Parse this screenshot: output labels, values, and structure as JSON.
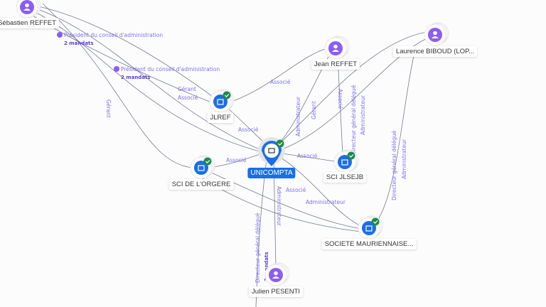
{
  "colors": {
    "company": "#1a6ee8",
    "person": "#8b5cf6",
    "verified": "#1f8a4c",
    "edge_label": "#7d6ff0"
  },
  "nodes": {
    "sebastien": {
      "label": "Sébastien REFFET",
      "type": "person"
    },
    "jean": {
      "label": "Jean REFFET",
      "type": "person"
    },
    "laurence": {
      "label": "Laurence BIBOUD (LOP...",
      "type": "person"
    },
    "julien": {
      "label": "Julien PESENTI",
      "type": "person"
    },
    "jlref": {
      "label": "JLREF",
      "type": "company"
    },
    "unicompta": {
      "label": "UNICOMPTA",
      "type": "company-main"
    },
    "scijlsejb": {
      "label": "SCI JLSEJB",
      "type": "company"
    },
    "sciorgere": {
      "label": "SCI DE L'ORGERE",
      "type": "company"
    },
    "societe": {
      "label": "SOCIETE MAURIENNAISE...",
      "type": "company"
    }
  },
  "edge_labels": {
    "pca1": "Président du conseil d'administration",
    "mandats1": "2 mandats",
    "pca2": "Président du conseil d'administration",
    "mandats2": "2 mandats",
    "gerant_seb": "Gérant",
    "gerant_assoc": "Gérant",
    "associe_jl": "Associé",
    "associe_jean_jlref": "Associé",
    "associe_jlref_uni": "Associé",
    "associe_orgere": "Associé",
    "admin_jean": "Administrateur",
    "gerant_jean": "Gérant",
    "asso_jean_sci": "Associé",
    "dgd_laurence": "Directeur général délégué",
    "admin_laurence": "Administrateur",
    "associe_sci": "Associé",
    "admin_societe": "Administrateur",
    "associe_societe": "Associé",
    "admin_julien": "Administrateur",
    "dgd_julien": "Directeur général délégué",
    "mandats3": "2 mandats",
    "dgd_laur2": "Directeur général délégué",
    "admin_laur2": "Administrateur"
  }
}
